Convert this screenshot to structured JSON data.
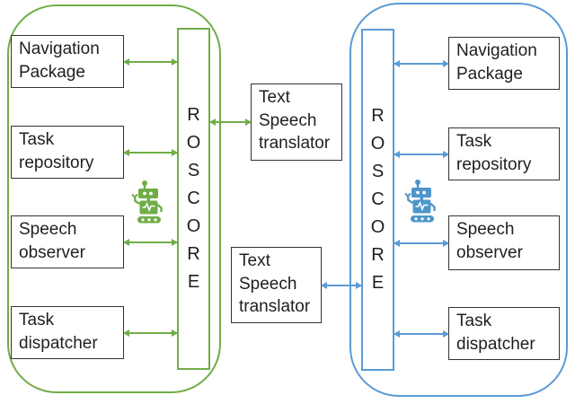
{
  "diagram": {
    "description": "Two robot ROS systems communicating through text-speech translators"
  },
  "colors": {
    "green_accent": "#70AD47",
    "blue_accent": "#5B9BD5",
    "node_border": "#333333",
    "text": "#1F1F1F",
    "background": "#FFFFFF"
  },
  "left_system": {
    "core_label": "ROSCORE",
    "nodes": [
      {
        "label": "Navigation\nPackage"
      },
      {
        "label": "Task\nrepository"
      },
      {
        "label": "Speech\nobserver"
      },
      {
        "label": "Task\ndispatcher"
      }
    ],
    "icon": "robot-icon"
  },
  "right_system": {
    "core_label": "ROSCORE",
    "nodes": [
      {
        "label": "Navigation\nPackage"
      },
      {
        "label": "Task\nrepository"
      },
      {
        "label": "Speech\nobserver"
      },
      {
        "label": "Task\ndispatcher"
      }
    ],
    "icon": "robot-icon"
  },
  "translators": [
    {
      "label": "Text\nSpeech\ntranslator"
    },
    {
      "label": "Text\nSpeech\ntranslator"
    }
  ]
}
